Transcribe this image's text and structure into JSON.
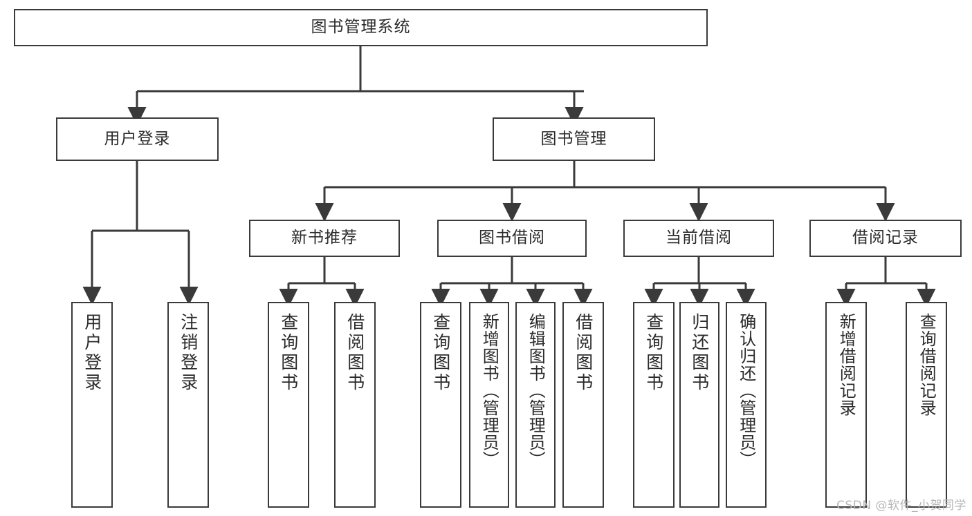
{
  "diagram": {
    "title": "图书管理系统",
    "watermark": "CSDN @软件_小贺同学",
    "line_color": "#3a3a3a",
    "box_fill": "#ffffff",
    "text_color": "#2b2b2b",
    "watermark_color": "#b6b6b6",
    "root": {
      "label": "图书管理系统"
    },
    "level2": [
      {
        "label": "用户登录"
      },
      {
        "label": "图书管理"
      }
    ],
    "level3": [
      {
        "label": "新书推荐"
      },
      {
        "label": "图书借阅"
      },
      {
        "label": "当前借阅"
      },
      {
        "label": "借阅记录"
      }
    ],
    "leaves": {
      "user_login": [
        {
          "label": "用户登录"
        },
        {
          "label": "注销登录"
        }
      ],
      "new_book_recommend": [
        {
          "label": "查询图书"
        },
        {
          "label": "借阅图书"
        }
      ],
      "book_borrow": [
        {
          "label": "查询图书"
        },
        {
          "label": "新增图书（管理员）"
        },
        {
          "label": "编辑图书（管理员）"
        },
        {
          "label": "借阅图书"
        }
      ],
      "current_borrow": [
        {
          "label": "查询图书"
        },
        {
          "label": "归还图书"
        },
        {
          "label": "确认归还（管理员）"
        }
      ],
      "borrow_record": [
        {
          "label": "新增借阅记录"
        },
        {
          "label": "查询借阅记录"
        }
      ]
    }
  }
}
